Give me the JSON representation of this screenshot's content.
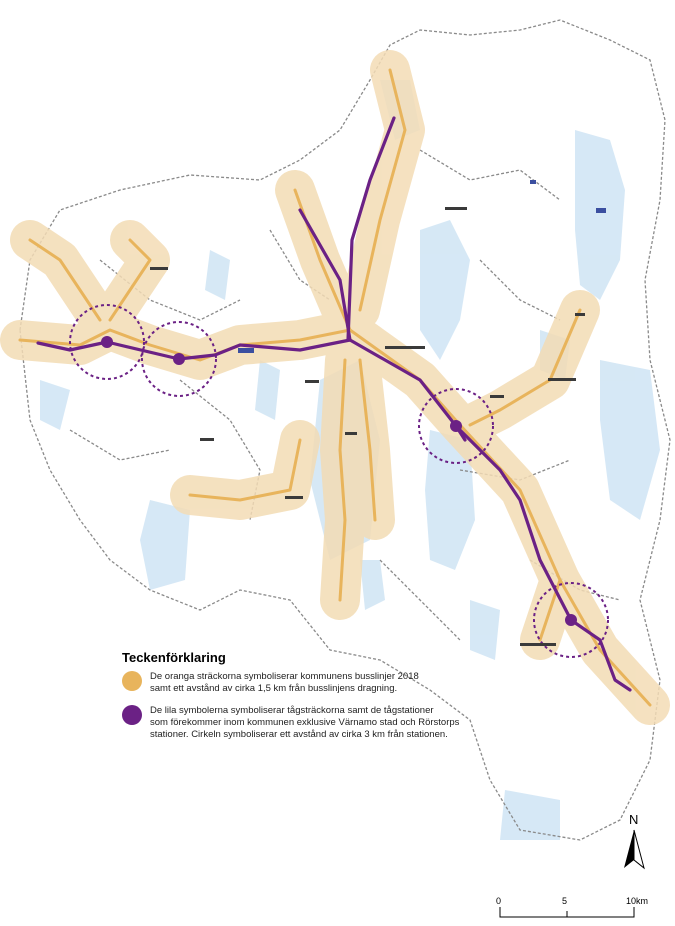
{
  "legend": {
    "title": "Teckenförklaring",
    "bus_text": "De oranga sträckorna symboliserar kommunens busslinjer 2018\nsamt ett avstånd av cirka 1,5 km från busslinjens dragning.",
    "train_text": "De lila symbolerna symboliserar tågsträckorna samt de tågstationer\nsom förekommer inom kommunen exklusive Värnamo stad och Rörstorps\nstationer. Cirkeln symboliserar ett avstånd av cirka 3 km från stationen."
  },
  "north_arrow": {
    "label": "N"
  },
  "scale": {
    "ticks": [
      "0",
      "5",
      "10km"
    ]
  },
  "colors": {
    "bus": "#e8b45c",
    "bus_buffer": "#f3dcb5",
    "train": "#6b2185",
    "water": "#d2e6f5",
    "boundary": "#8a8a8a"
  },
  "icons": {
    "north": "north-arrow-icon"
  }
}
